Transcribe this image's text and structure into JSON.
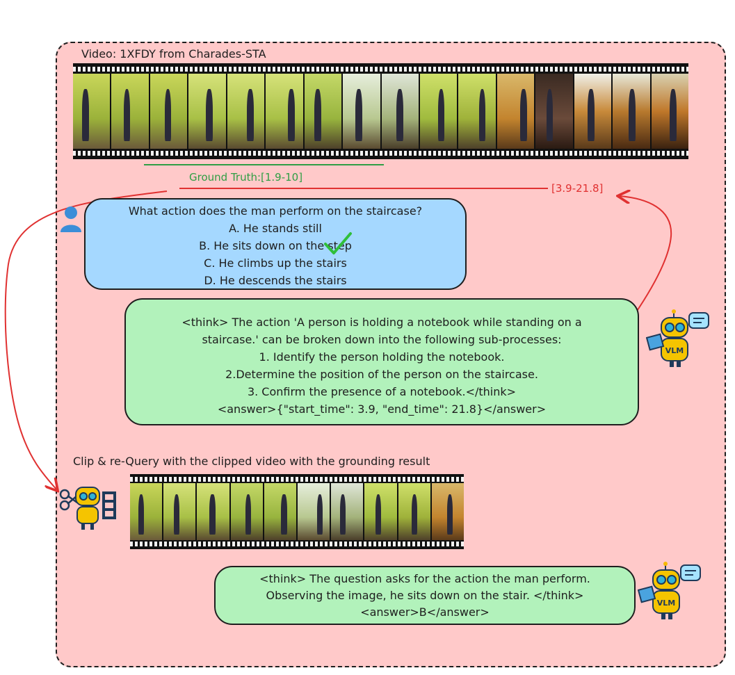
{
  "video_title": "Video: 1XFDY from Charades-STA",
  "ground_truth_label": "Ground Truth:[1.9-10]",
  "prediction_label": "[3.9-21.8]",
  "question": {
    "lines": [
      "What action does the man perform on the staircase?",
      "A. He stands still",
      "B. He sits down on the step",
      "C. He climbs up the stairs",
      "D. He descends the stairs"
    ],
    "correct_option": "B"
  },
  "first_answer": {
    "lines": [
      "<think> The action 'A person is holding a notebook while standing on a",
      "staircase.' can be broken down into the following sub-processes:",
      "1. Identify the person holding the notebook.",
      "2.Determine the position of the person on the staircase.",
      "3. Confirm the presence of a notebook.</think>",
      "<answer>{\"start_time\": 3.9, \"end_time\": 21.8}</answer>"
    ]
  },
  "clip_title": "Clip & re-Query with the clipped video with the grounding result",
  "second_answer": {
    "lines": [
      "<think> The question asks for the action the man perform.",
      "Observing the image, he sits down on the stair. </think>",
      "<answer>B</answer>"
    ]
  },
  "robot_badge": "VLM",
  "colors": {
    "panel": "#ffc9c9",
    "question_bubble": "#a5d8ff",
    "answer_bubble": "#b2f2bb",
    "ground_truth": "#2f9e44",
    "prediction": "#e03131",
    "checkmark": "#2fbf3a"
  },
  "icons": [
    "user-icon",
    "vlm-robot-icon",
    "scissors-robot-icon",
    "film-strip-icon",
    "checkmark-icon",
    "chat-bubble-icon"
  ]
}
